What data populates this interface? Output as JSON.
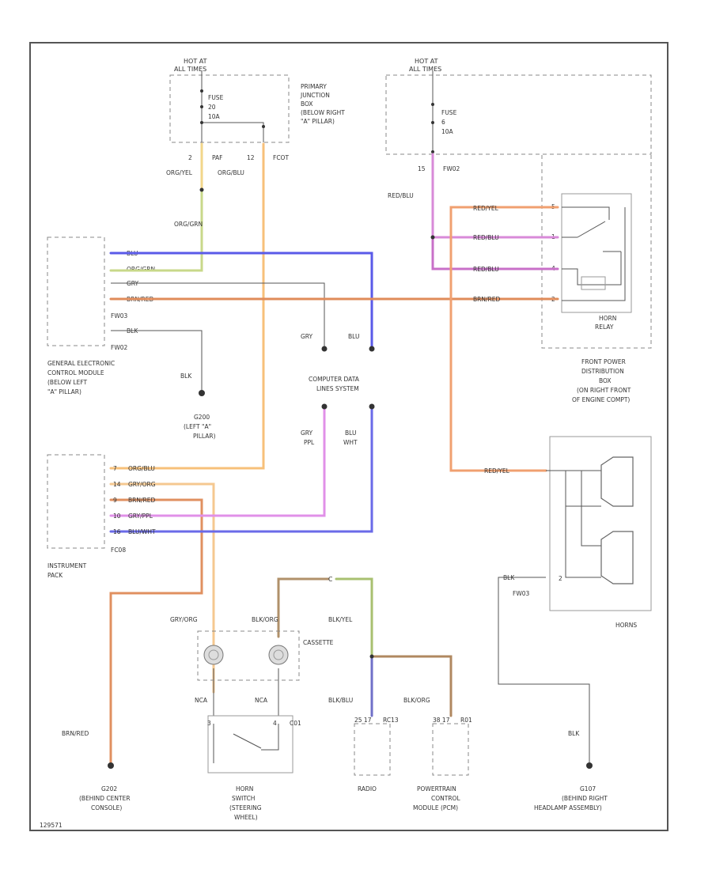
{
  "pj_box": {
    "hot": [
      "HOT AT",
      "ALL TIMES"
    ],
    "fuse": [
      "FUSE",
      "20",
      "10A"
    ],
    "label": [
      "PRIMARY",
      "JUNCTION",
      "BOX",
      "(BELOW RIGHT",
      "\"A\" PILLAR)"
    ],
    "pin_left": "2",
    "conn_left": "PAF",
    "pin_right": "12",
    "conn_right": "FCOT"
  },
  "fp_box": {
    "hot": [
      "HOT AT",
      "ALL TIMES"
    ],
    "fuse": [
      "FUSE",
      "6",
      "10A"
    ],
    "pin": "15",
    "conn": "FW02",
    "label": [
      "FRONT POWER",
      "DISTRIBUTION",
      "BOX",
      "(ON RIGHT FRONT",
      "OF ENGINE COMPT)"
    ],
    "relay_label": [
      "HORN",
      "RELAY"
    ],
    "relay_pins": [
      "5",
      "1",
      "4",
      "2"
    ]
  },
  "gem": {
    "label": [
      "GENERAL ELECTRONIC",
      "CONTROL MODULE",
      "(BELOW LEFT",
      "\"A\" PILLAR)"
    ],
    "conns": [
      "FW03",
      "FW02"
    ],
    "wires": [
      "BLU",
      "ORG/GRN",
      "GRY",
      "BRN/RED",
      "BLK"
    ]
  },
  "wires": {
    "org_yel": "ORG/YEL",
    "org_blu": "ORG/BLU",
    "org_grn": "ORG/GRN",
    "red_blu": "RED/BLU",
    "red_yel": "RED/YEL",
    "red_blu2": "RED/BLU",
    "red_blu3": "RED/BLU",
    "brn_red": "BRN/RED",
    "blk": "BLK",
    "gry": "GRY",
    "blu": "BLU",
    "gry_ppl": [
      "GRY",
      "PPL"
    ],
    "blu_wht": [
      "BLU",
      "WHT"
    ],
    "red_yel2": "RED/YEL",
    "blk2": "BLK",
    "brn_red2": "BRN/RED",
    "gry_org": "GRY/ORG",
    "blk_org": "BLK/ORG",
    "blk_yel": "BLK/YEL",
    "blk_blu": "BLK/BLU",
    "blk_org2": "BLK/ORG",
    "nca1": "NCA",
    "nca2": "NCA",
    "blk3": "BLK"
  },
  "ground_g200": [
    "G200",
    "(LEFT \"A\"",
    "PILLAR)"
  ],
  "data_link": [
    "COMPUTER DATA",
    "LINES SYSTEM"
  ],
  "ipc": {
    "label": [
      "INSTRUMENT",
      "PACK"
    ],
    "conn": "FC08",
    "pins": [
      "7",
      "14",
      "9",
      "10",
      "16"
    ],
    "wires": [
      "ORG/BLU",
      "GRY/ORG",
      "BRN/RED",
      "GRY/PPL",
      "BLU/WHT"
    ]
  },
  "horns": {
    "label": "HORNS",
    "conn": "FW03",
    "pin": "2"
  },
  "cassette": {
    "label": "CASSETTE",
    "conn": "C"
  },
  "horn_switch": {
    "label": [
      "HORN",
      "SWITCH",
      "(STEERING",
      "WHEEL)"
    ],
    "conn": "C01",
    "pins": [
      "3",
      "4"
    ]
  },
  "radio": {
    "label": "RADIO",
    "pins": "25 17",
    "conn": "RC13"
  },
  "pcm": {
    "label": [
      "POWERTRAIN",
      "CONTROL",
      "MODULE (PCM)"
    ],
    "pins": "38 17",
    "conn": "R01"
  },
  "g202": [
    "G202",
    "(BEHIND CENTER",
    "CONSOLE)"
  ],
  "g107": [
    "G107",
    "(BEHIND RIGHT",
    "HEADLAMP ASSEMBLY)"
  ],
  "corner": "129571"
}
